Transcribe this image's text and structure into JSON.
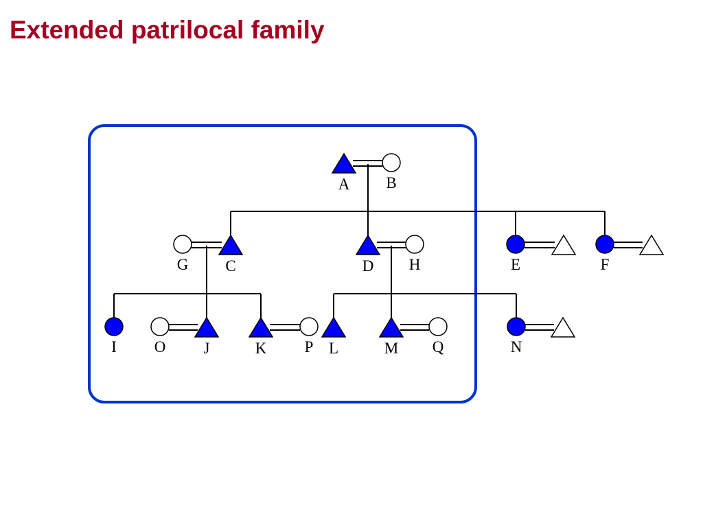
{
  "slide": {
    "title": "Extended patrilocal family"
  },
  "colors": {
    "title": "#a50021",
    "household_border": "#0033cc",
    "member_fill": "#0000ff",
    "outsider_fill": "#ffffff",
    "line": "#000000"
  },
  "diagram": {
    "legend_meaning": {
      "triangle": "male",
      "circle": "female",
      "filled": "member of the kin group",
      "double-line": "marriage"
    },
    "people": {
      "A": {
        "label": "A",
        "sex": "male",
        "filled": true
      },
      "B": {
        "label": "B",
        "sex": "female",
        "filled": false
      },
      "C": {
        "label": "C",
        "sex": "male",
        "filled": true
      },
      "D": {
        "label": "D",
        "sex": "male",
        "filled": true
      },
      "E": {
        "label": "E",
        "sex": "female",
        "filled": true
      },
      "F": {
        "label": "F",
        "sex": "female",
        "filled": true
      },
      "G": {
        "label": "G",
        "sex": "female",
        "filled": false
      },
      "H": {
        "label": "H",
        "sex": "female",
        "filled": false
      },
      "I": {
        "label": "I",
        "sex": "female",
        "filled": true
      },
      "J": {
        "label": "J",
        "sex": "male",
        "filled": true
      },
      "K": {
        "label": "K",
        "sex": "male",
        "filled": true
      },
      "L": {
        "label": "L",
        "sex": "male",
        "filled": true
      },
      "M": {
        "label": "M",
        "sex": "male",
        "filled": true
      },
      "N": {
        "label": "N",
        "sex": "female",
        "filled": true
      },
      "O": {
        "label": "O",
        "sex": "female",
        "filled": false
      },
      "P": {
        "label": "P",
        "sex": "female",
        "filled": false
      },
      "Q": {
        "label": "Q",
        "sex": "female",
        "filled": false
      },
      "E_spouse": {
        "label": "",
        "sex": "male",
        "filled": false
      },
      "F_spouse": {
        "label": "",
        "sex": "male",
        "filled": false
      },
      "N_spouse": {
        "label": "",
        "sex": "male",
        "filled": false
      }
    },
    "marriages": [
      [
        "A",
        "B"
      ],
      [
        "G",
        "C"
      ],
      [
        "D",
        "H"
      ],
      [
        "E",
        "E_spouse"
      ],
      [
        "F",
        "F_spouse"
      ],
      [
        "O",
        "J"
      ],
      [
        "K",
        "P"
      ],
      [
        "M",
        "Q"
      ],
      [
        "N",
        "N_spouse"
      ]
    ],
    "descent": [
      {
        "parents": [
          "A",
          "B"
        ],
        "children": [
          "C",
          "D",
          "E",
          "F"
        ]
      },
      {
        "parents": [
          "G",
          "C"
        ],
        "children": [
          "I",
          "J",
          "K"
        ]
      },
      {
        "parents": [
          "D",
          "H"
        ],
        "children": [
          "L",
          "M",
          "N"
        ]
      }
    ],
    "household_members": [
      "A",
      "B",
      "C",
      "D",
      "G",
      "H",
      "I",
      "J",
      "K",
      "L",
      "M",
      "O",
      "P",
      "Q"
    ]
  }
}
